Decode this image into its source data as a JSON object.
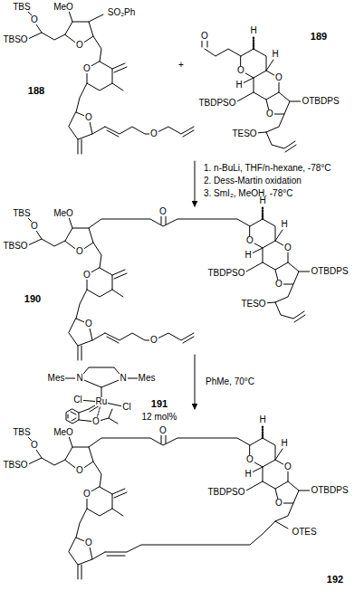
{
  "diagram": {
    "labels": [
      "TBS",
      "O",
      "TBSO",
      "MeO",
      "O",
      "O",
      "O",
      "SO₂Ph",
      "O",
      "188",
      "+",
      "O",
      "H",
      "O",
      "H",
      "H",
      "O",
      "TBDPSO",
      "O",
      "OTBDPS",
      "TESO",
      "189",
      "1. n-BuLi, THF/n-hexane, -78°C",
      "2. Dess-Martin oxidation",
      "3. SmI₂, MeOH, -78°C",
      "TBS",
      "O",
      "TBSO",
      "MeO",
      "O",
      "O",
      "O",
      "O",
      "H",
      "O",
      "H",
      "H",
      "O",
      "TBDPSO",
      "O",
      "OTBDPS",
      "TESO",
      "O",
      "190",
      "Mes",
      "N",
      "N",
      "Mes",
      "Ru",
      "Cl",
      "Cl",
      "O",
      "191",
      "12 mol%",
      "PhMe, 70°C",
      "TBS",
      "O",
      "TBSO",
      "MeO",
      "O",
      "O",
      "O",
      "O",
      "H",
      "O",
      "H",
      "H",
      "O",
      "TBDPSO",
      "O",
      "OTBDPS",
      "OTES",
      "192"
    ]
  }
}
